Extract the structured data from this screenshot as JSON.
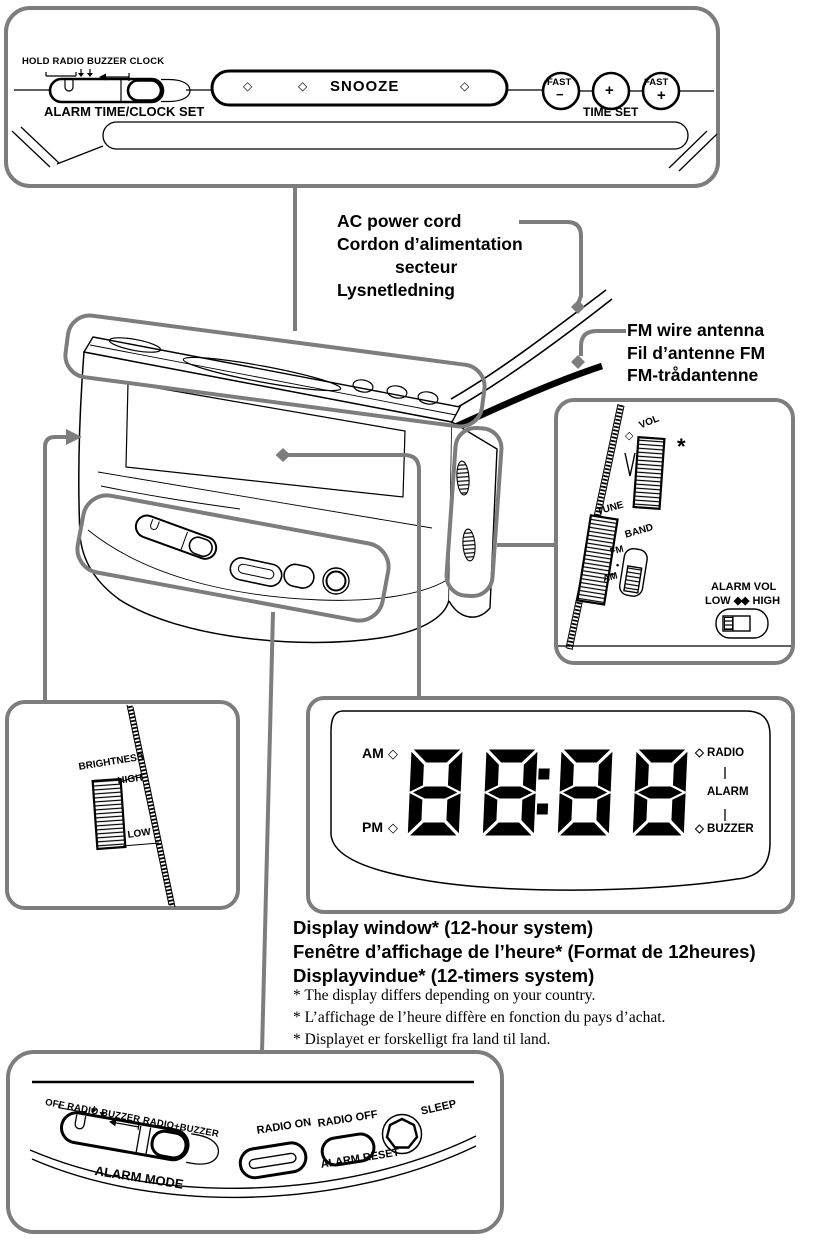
{
  "colors": {
    "line": "#000000",
    "callout_gray": "#7d7d7d",
    "background": "#ffffff"
  },
  "top_panel": {
    "switch_scale": "HOLD RADIO BUZZER CLOCK",
    "switch_name": "ALARM TIME/CLOCK SET",
    "snooze_label": "SNOOZE",
    "diamond": "◇",
    "fast_label": "FAST",
    "minus_label": "−",
    "plus_label": "+",
    "time_set_label": "TIME SET"
  },
  "ac_callout": {
    "line1": "AC power cord",
    "line2": "Cordon d’alimentation",
    "line3": "secteur",
    "line4": "Lysnetledning"
  },
  "fm_callout": {
    "line1": "FM wire antenna",
    "line2": "Fil d’antenne FM",
    "line3": "FM-trådantenne"
  },
  "side_panel": {
    "vol": "VOL",
    "marker_diamond": "◇",
    "asterisk": "*",
    "tune": "TUNE",
    "band": "BAND",
    "fm": "FM",
    "am": "AM",
    "dot": "•",
    "alarm_vol": "ALARM VOL",
    "low_label": "LOW ◆",
    "high_label": "◆ HIGH"
  },
  "brightness_panel": {
    "title": "BRIGHTNESS",
    "high": "HIGH",
    "low": "LOW"
  },
  "display_panel": {
    "am": "AM",
    "pm": "PM",
    "diamond": "◇",
    "time": "88:88",
    "radio_label": "◇ RADIO",
    "alarm_label": "ALARM",
    "buzzer_label": "◇ BUZZER"
  },
  "caption": {
    "heading1": "Display window* (12-hour system)",
    "heading2": "Fenêtre d’affichage de l’heure* (Format de 12heures)",
    "heading3": "Displayvindue* (12-timers system)",
    "note1": "* The display differs depending on your country.",
    "note2": "* L’affichage de l’heure diffère en fonction du pays d’achat.",
    "note3": "* Displayet er forskelligt fra land til land."
  },
  "bottom_panel": {
    "mode_options": "OFF RADIO BUZZER RADIO+BUZZER",
    "mode_label": "ALARM MODE",
    "radio_on": "RADIO ON",
    "radio_off": "RADIO OFF",
    "alarm_reset": "ALARM RESET",
    "sleep": "SLEEP"
  }
}
